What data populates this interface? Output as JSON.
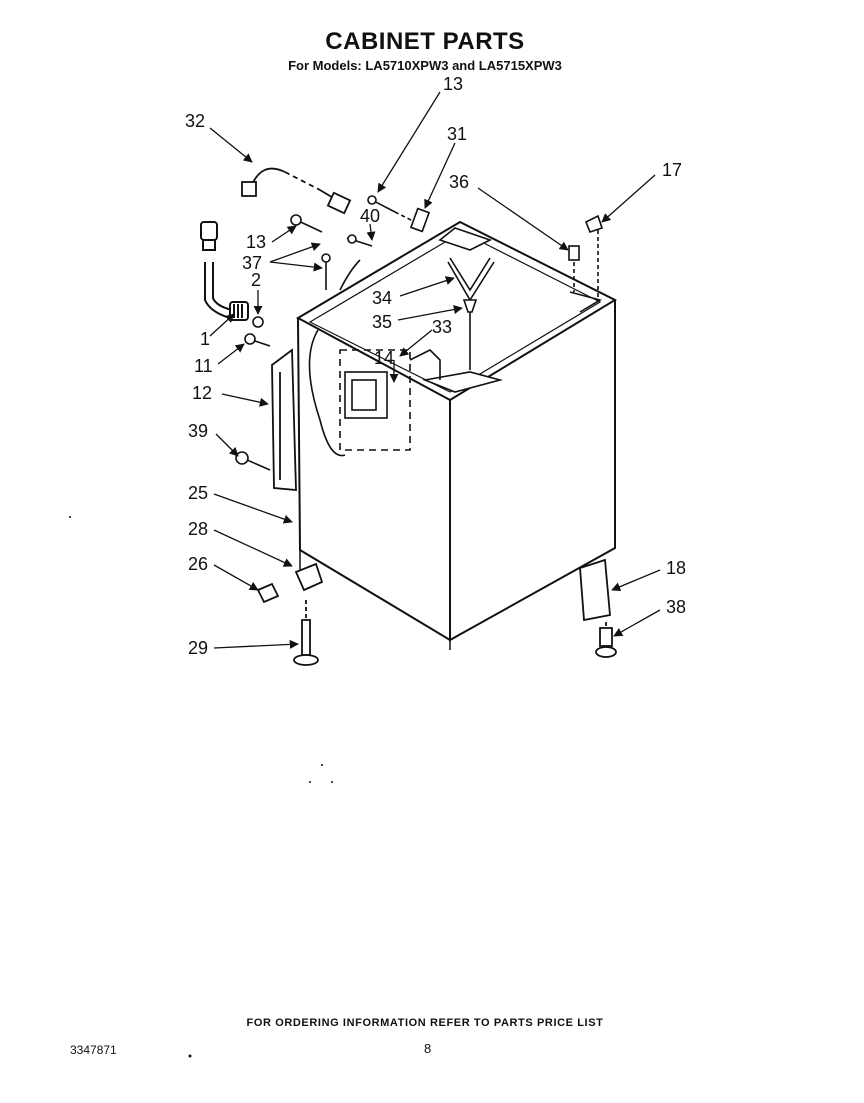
{
  "header": {
    "title": "CABINET PARTS",
    "subtitle": "For Models: LA5710XPW3 and LA5715XPW3"
  },
  "callouts": [
    "32",
    "13",
    "31",
    "36",
    "17",
    "40",
    "13",
    "37",
    "2",
    "34",
    "1",
    "35",
    "33",
    "11",
    "14",
    "12",
    "39",
    "25",
    "28",
    "26",
    "18",
    "38",
    "29"
  ],
  "footer": {
    "ordering_note": "FOR ORDERING INFORMATION REFER TO PARTS PRICE LIST",
    "doc_number": "3347871",
    "page_number": "8"
  }
}
